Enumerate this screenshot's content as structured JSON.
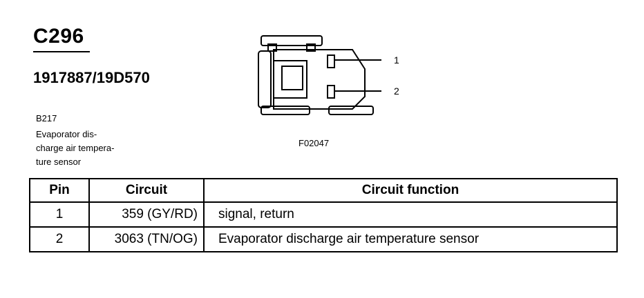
{
  "connector": {
    "id": "C296",
    "part_numbers": "1917887/19D570"
  },
  "component": {
    "code": "B217",
    "description_lines": [
      "Evaporator dis-",
      "charge air tempera-",
      "ture sensor"
    ]
  },
  "diagram": {
    "pin_labels": [
      "1",
      "2"
    ],
    "figure_code": "F02047"
  },
  "table": {
    "headers": [
      "Pin",
      "Circuit",
      "Circuit function"
    ],
    "rows": [
      {
        "pin": "1",
        "circuit": "359 (GY/RD)",
        "function": "signal, return"
      },
      {
        "pin": "2",
        "circuit": "3063 (TN/OG)",
        "function": "Evaporator discharge air temperature sensor"
      }
    ]
  }
}
